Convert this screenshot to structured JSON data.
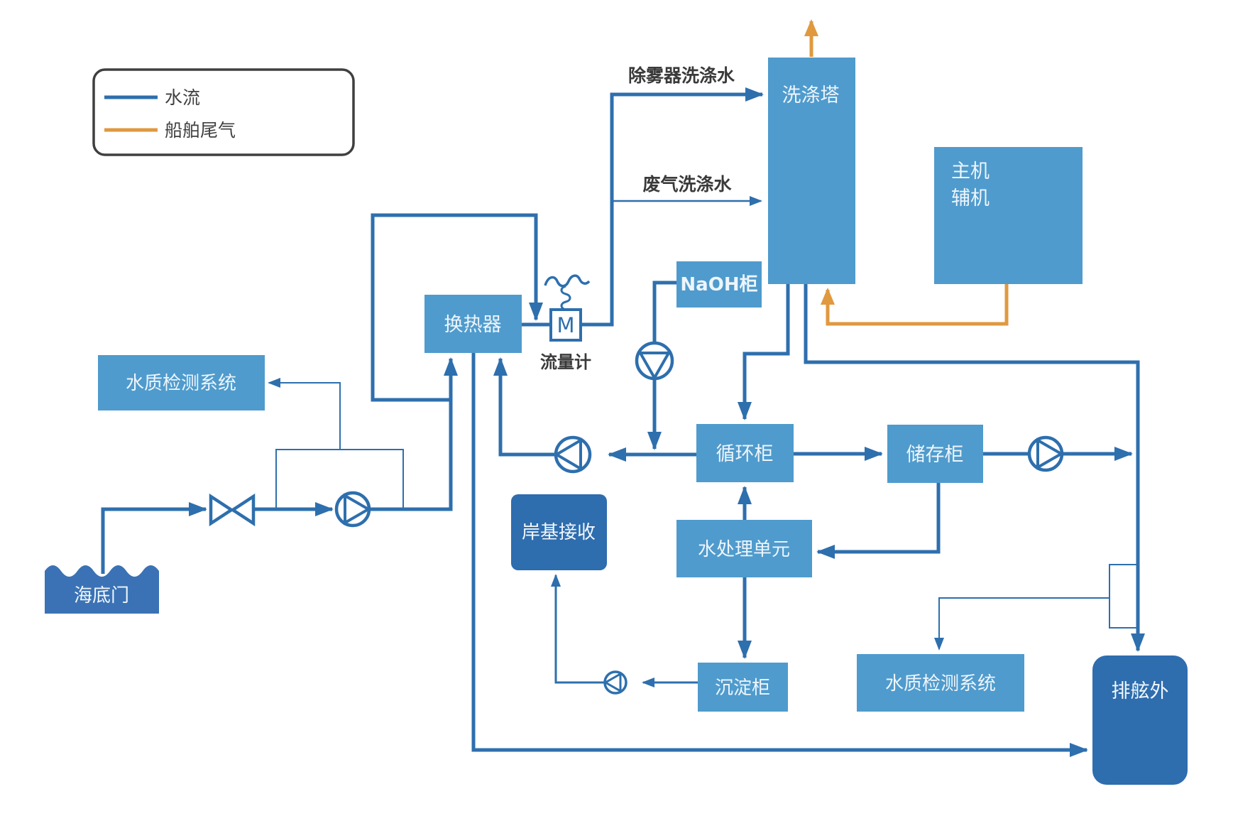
{
  "legend": {
    "items": [
      {
        "label": "水流",
        "color": "#2e6fad"
      },
      {
        "label": "船舶尾气",
        "color": "#e0993f"
      }
    ]
  },
  "flow_labels": {
    "demister_wash_water": "除雾器洗涤水",
    "exhaust_wash_water": "废气洗涤水",
    "flow_meter": "流量计",
    "flow_meter_symbol": "M"
  },
  "nodes": {
    "scrubber_tower": "洗涤塔",
    "main_engine": "主机",
    "aux_engine": "辅机",
    "naoh_tank": "NaOH柜",
    "heat_exchanger": "换热器",
    "water_quality_system_top": "水质检测系统",
    "sea_chest": "海底门",
    "circulation_tank": "循环柜",
    "storage_tank": "储存柜",
    "shore_reception": "岸基接收",
    "water_treatment_unit": "水处理单元",
    "sedimentation_tank": "沉淀柜",
    "water_quality_system_bottom": "水质检测系统",
    "overboard_discharge": "排舷外"
  },
  "colors": {
    "water_line": "#2e6fad",
    "exhaust_line": "#e0993f",
    "light_box": "#4f9bcd",
    "dark_box": "#2e6dae",
    "sea_chest_box": "#3a72b5",
    "label_text": "#3a3a3a",
    "legend_border": "#3f3f3f"
  }
}
